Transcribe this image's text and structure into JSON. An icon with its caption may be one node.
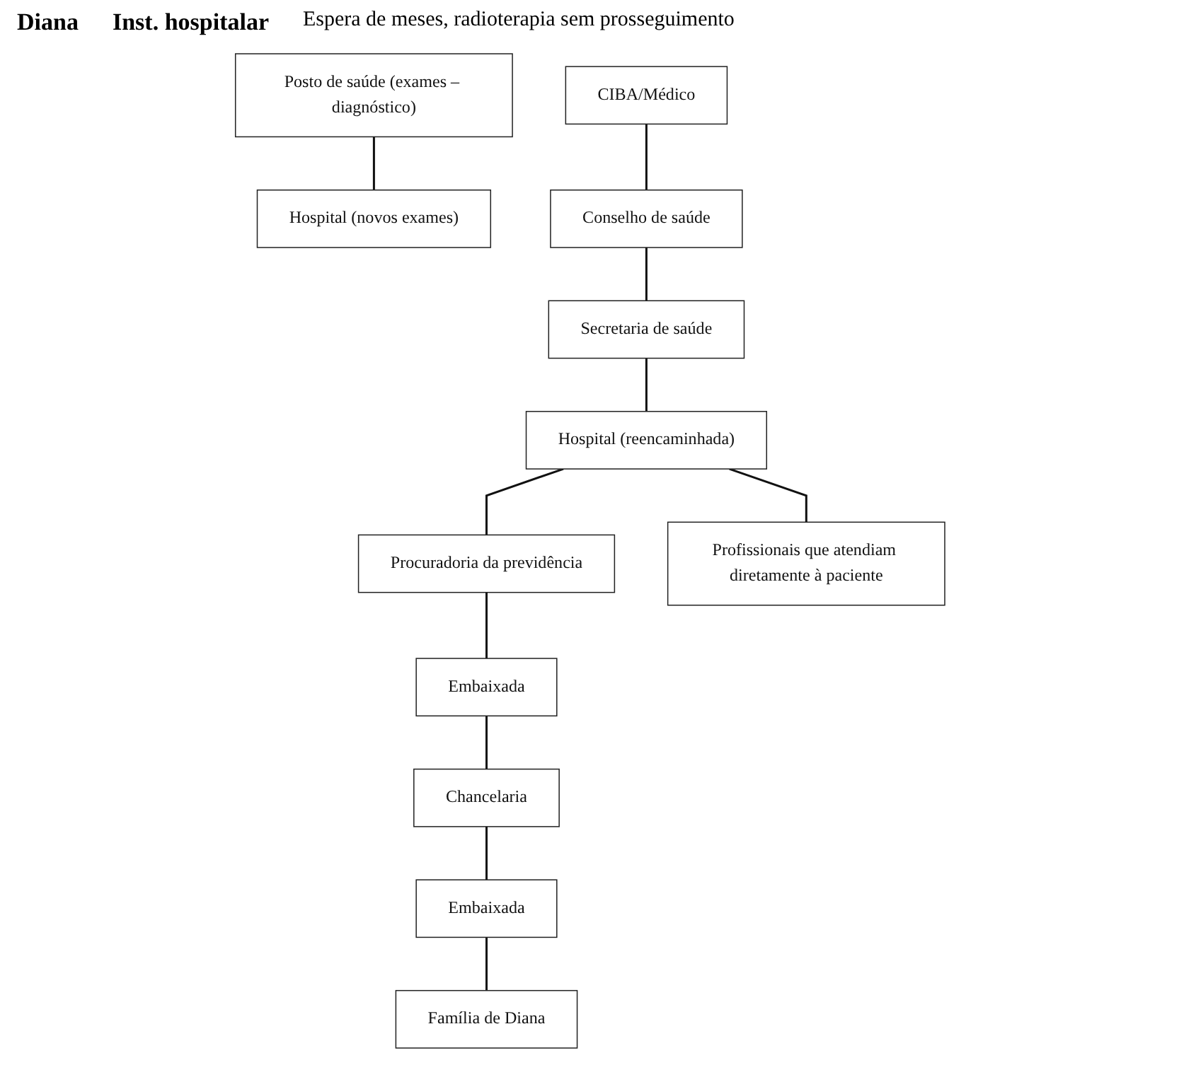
{
  "diagram": {
    "nodes": [
      {
        "text": [
          "Posto de saúde (exames – diagnóstico)"
        ]
      },
      {
        "text": [
          "Hospital (novos exames)"
        ]
      },
      {
        "text": [
          "CIBA/Médico"
        ]
      },
      {
        "text": [
          "Conselho de saúde"
        ]
      },
      {
        "text": [
          "Secretaria de saúde"
        ]
      },
      {
        "text": [
          "Hospital (reencaminhada)"
        ]
      },
      {
        "text": [
          "Procuradoria da previdência"
        ]
      },
      {
        "text": [
          "Embaixada"
        ]
      },
      {
        "text": [
          "Chancelaria"
        ]
      },
      {
        "text": [
          "Embaixada"
        ]
      },
      {
        "text": [
          "Família de Diana"
        ]
      },
      {
        "text": [
          "Profissionais que atendiam diretamente à paciente"
        ]
      }
    ],
    "edges": [
      {
        "from": 0,
        "to": 1,
        "arrow": "none"
      },
      {
        "from": 2,
        "to": 3,
        "arrow": "none"
      },
      {
        "from": 3,
        "to": 4,
        "arrow": "none"
      },
      {
        "from": 4,
        "to": 5,
        "arrow": "none"
      },
      {
        "from": 5,
        "to": 6,
        "arrow": "none"
      },
      {
        "from": 5,
        "to": 11,
        "arrow": "none"
      },
      {
        "from": 6,
        "to": 7,
        "arrow": "none"
      },
      {
        "from": 7,
        "to": 8,
        "arrow": "none"
      },
      {
        "from": 8,
        "to": 9,
        "arrow": "none"
      },
      {
        "from": 9,
        "to": 10,
        "arrow": "none"
      }
    ],
    "labels": [
      "Diana",
      "Inst. hospitalar",
      "Espera de meses, radioterapia sem prosseguimento"
    ]
  }
}
